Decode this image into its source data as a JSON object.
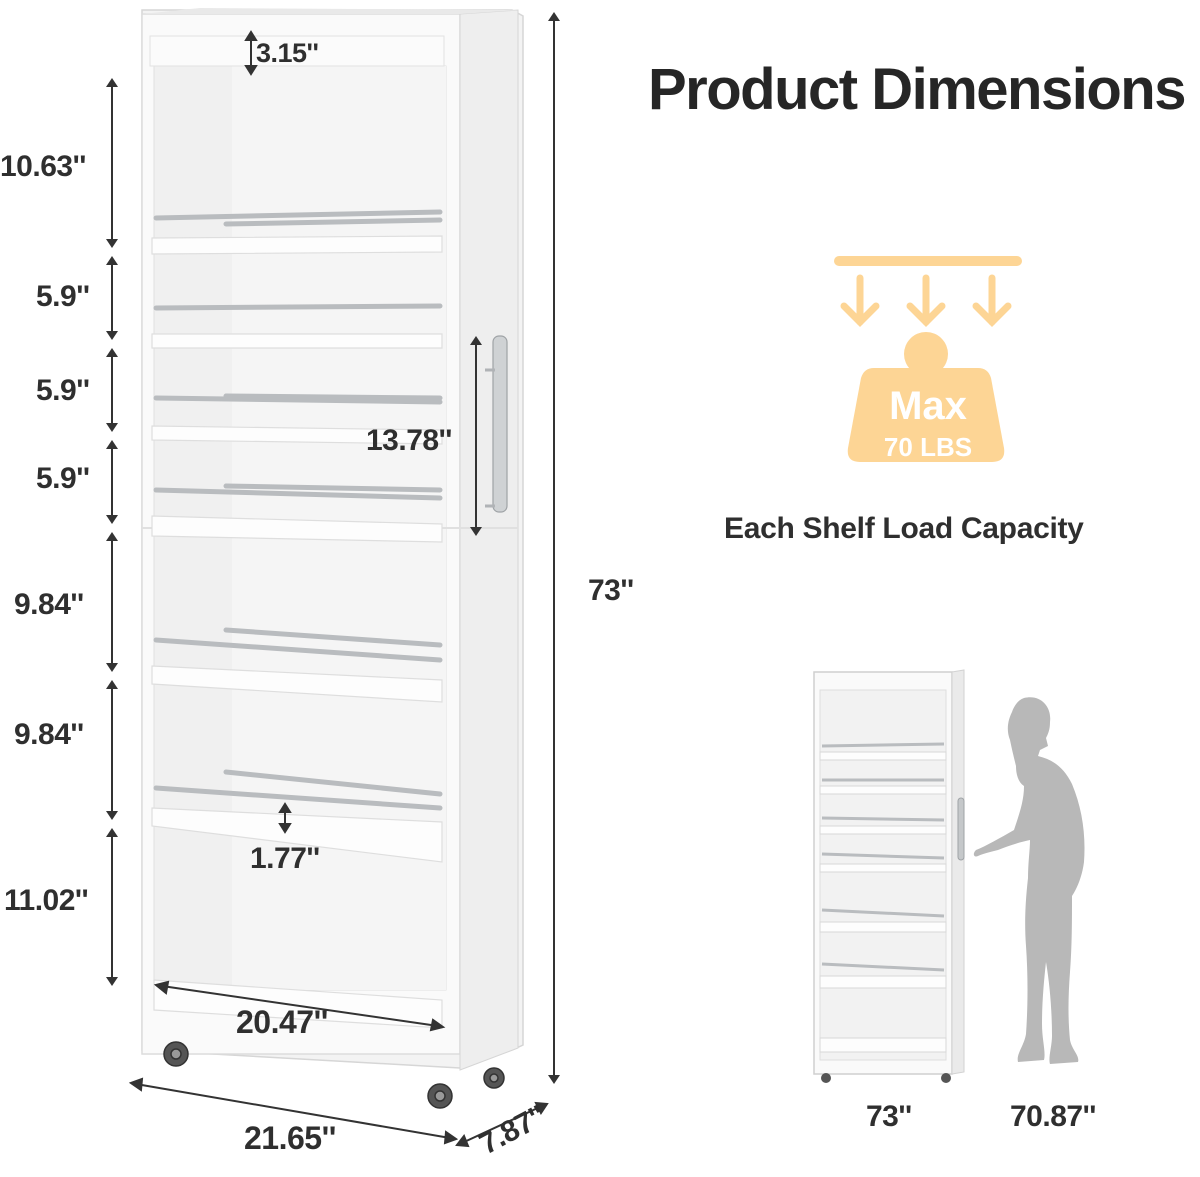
{
  "title": "Product Dimensions",
  "load": {
    "max_label": "Max",
    "weight_label": "70 LBS",
    "caption": "Each Shelf Load Capacity"
  },
  "dimensions": {
    "top_gap": "3.15''",
    "shelf_gaps": [
      "10.63''",
      "5.9''",
      "5.9''",
      "5.9''",
      "9.84''",
      "9.84''",
      "11.02''"
    ],
    "handle_length": "13.78''",
    "rail_height": "1.77''",
    "inner_width": "20.47''",
    "total_height": "73''",
    "width": "21.65''",
    "depth": "7.87''"
  },
  "comparison": {
    "cabinet_height": "73''",
    "person_height": "70.87''"
  },
  "colors": {
    "cabinet": "#f7f7f7",
    "rail": "#b9bcbf",
    "weight": "#fdd595",
    "person": "#b8b8b8"
  }
}
